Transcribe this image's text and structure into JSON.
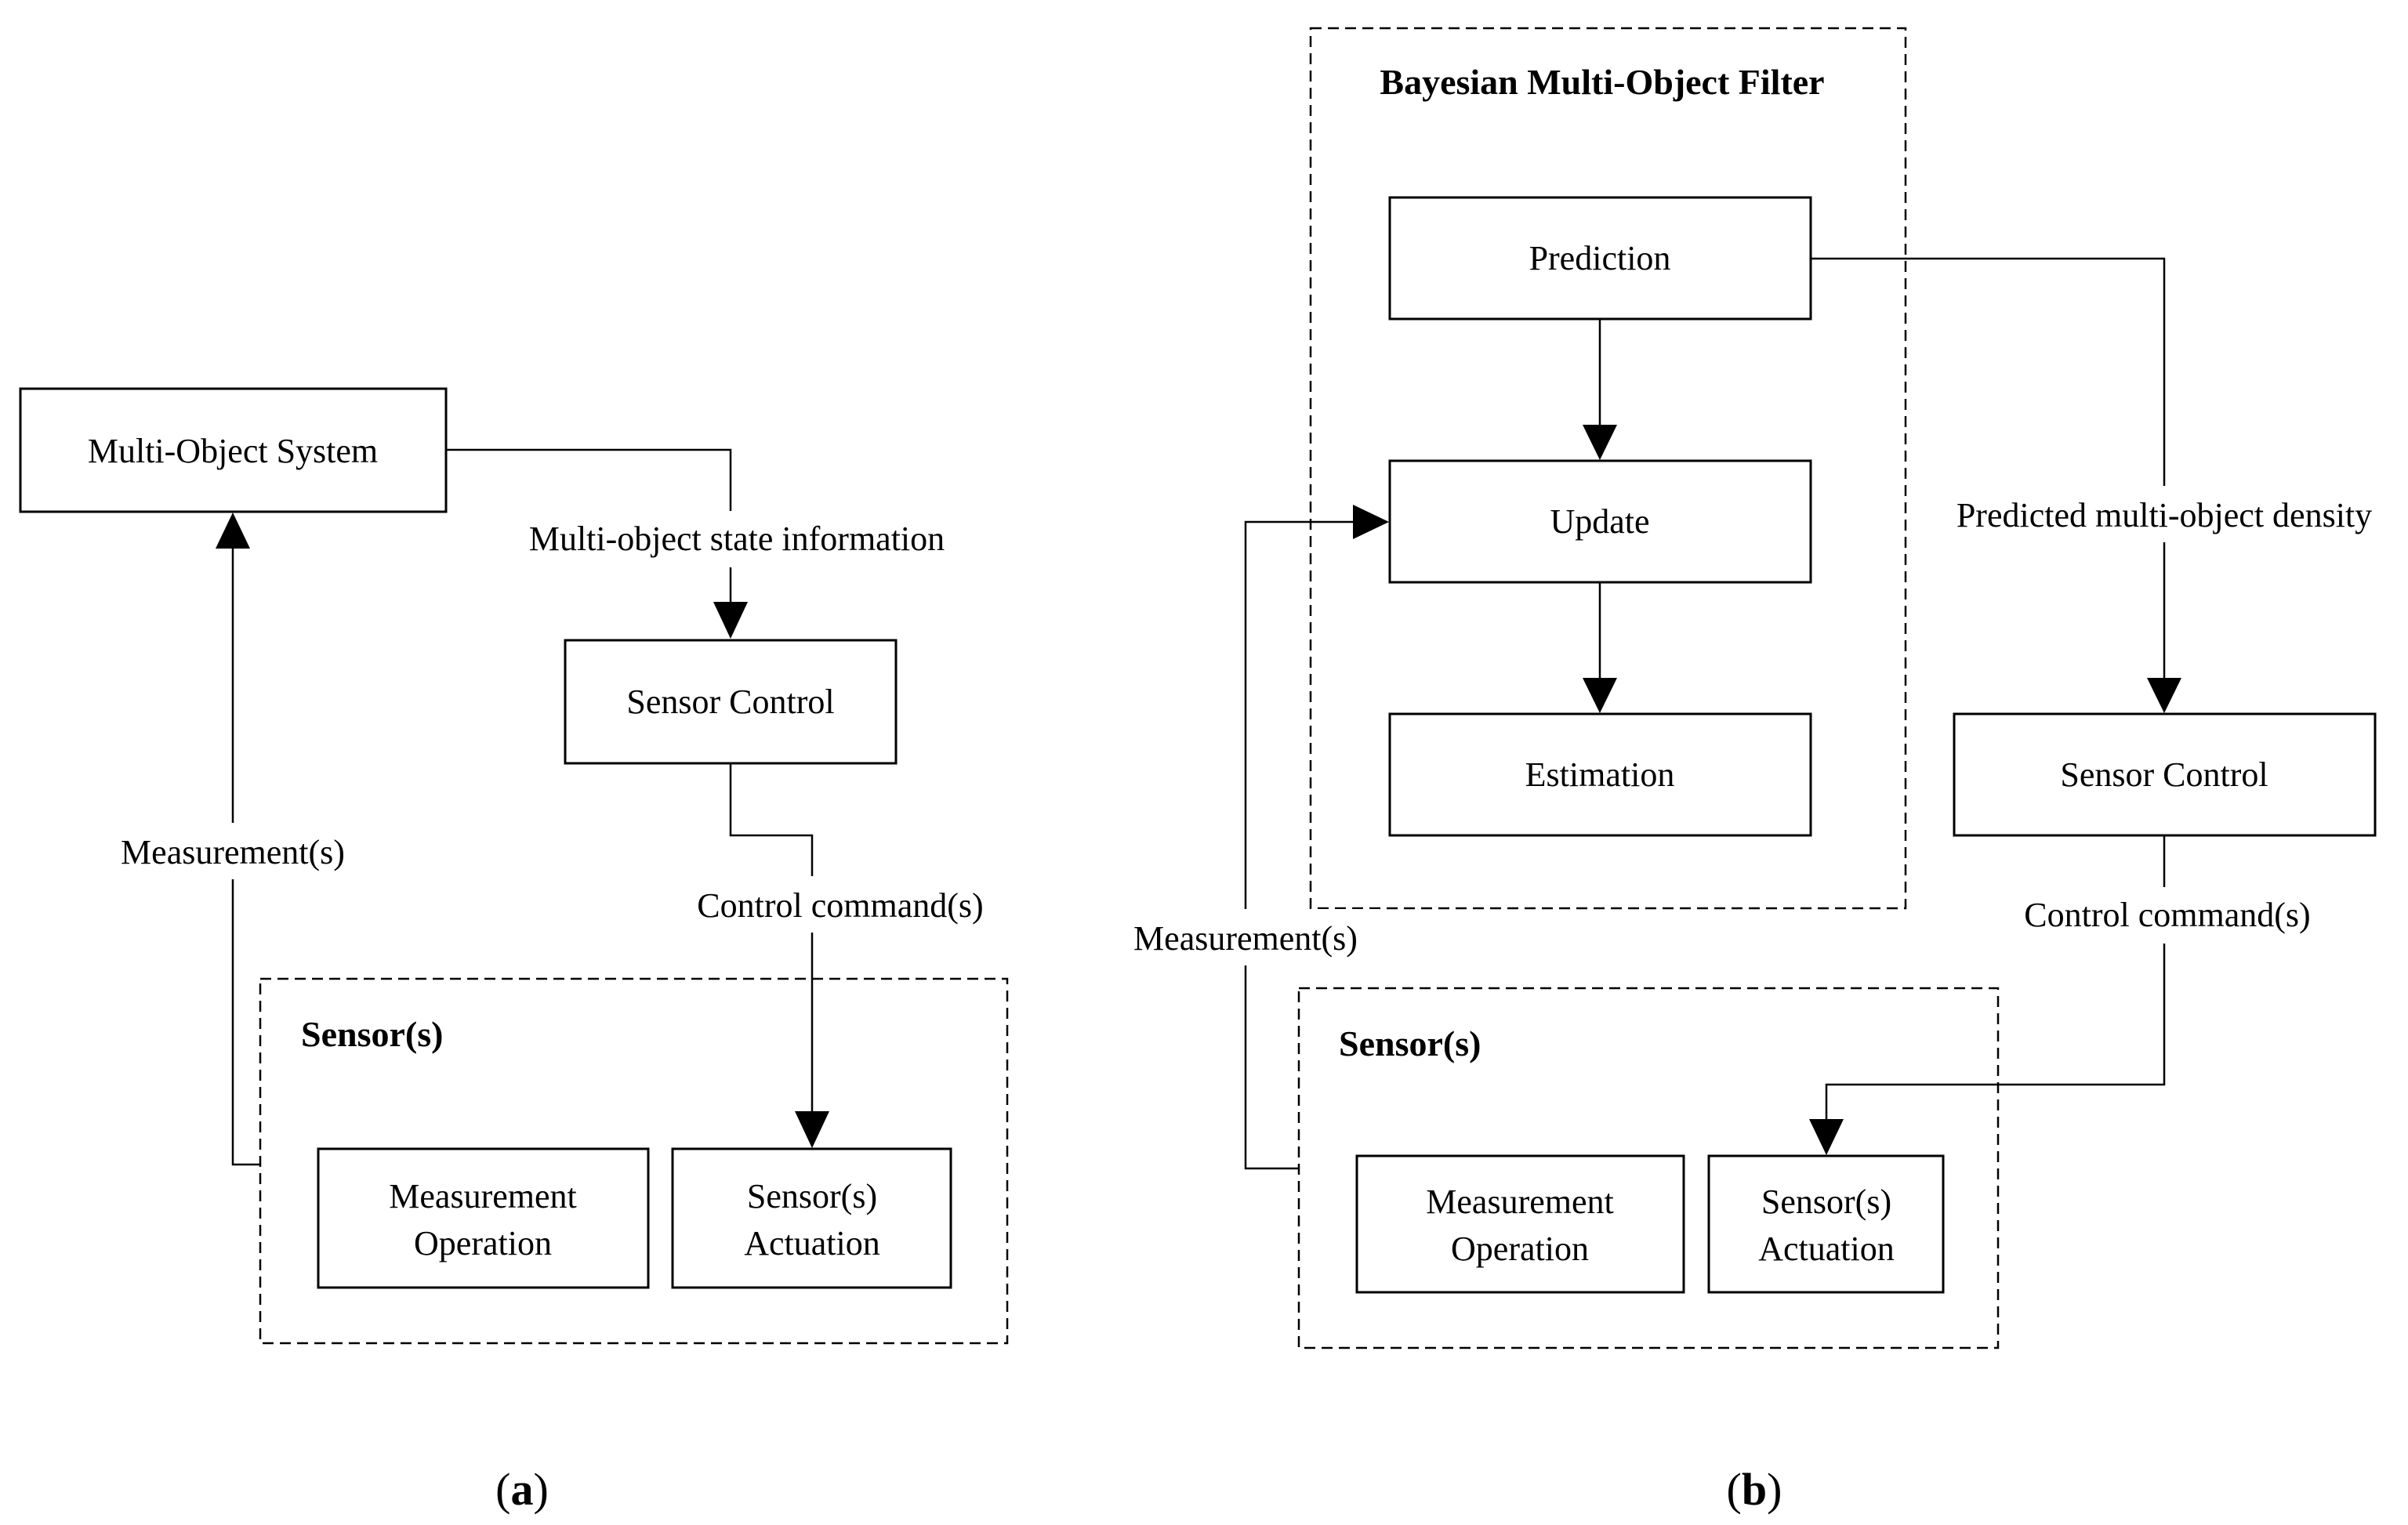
{
  "panel_a": {
    "multi_object_system": "Multi-Object System",
    "state_info_label": "Multi-object state information",
    "sensor_control": "Sensor Control",
    "control_commands_label": "Control command(s)",
    "measurements_label": "Measurement(s)",
    "sensors_group_title": "Sensor(s)",
    "measurement_operation": [
      "Measurement",
      "Operation"
    ],
    "sensor_actuation": [
      "Sensor(s)",
      "Actuation"
    ],
    "caption_letter": "a"
  },
  "panel_b": {
    "filter_group_title": "Bayesian Multi-Object Filter",
    "prediction": "Prediction",
    "update": "Update",
    "estimation": "Estimation",
    "predicted_density_label": "Predicted multi-object density",
    "sensor_control": "Sensor Control",
    "control_commands_label": "Control command(s)",
    "measurements_label": "Measurement(s)",
    "sensors_group_title": "Sensor(s)",
    "measurement_operation": [
      "Measurement",
      "Operation"
    ],
    "sensor_actuation": [
      "Sensor(s)",
      "Actuation"
    ],
    "caption_letter": "b"
  }
}
